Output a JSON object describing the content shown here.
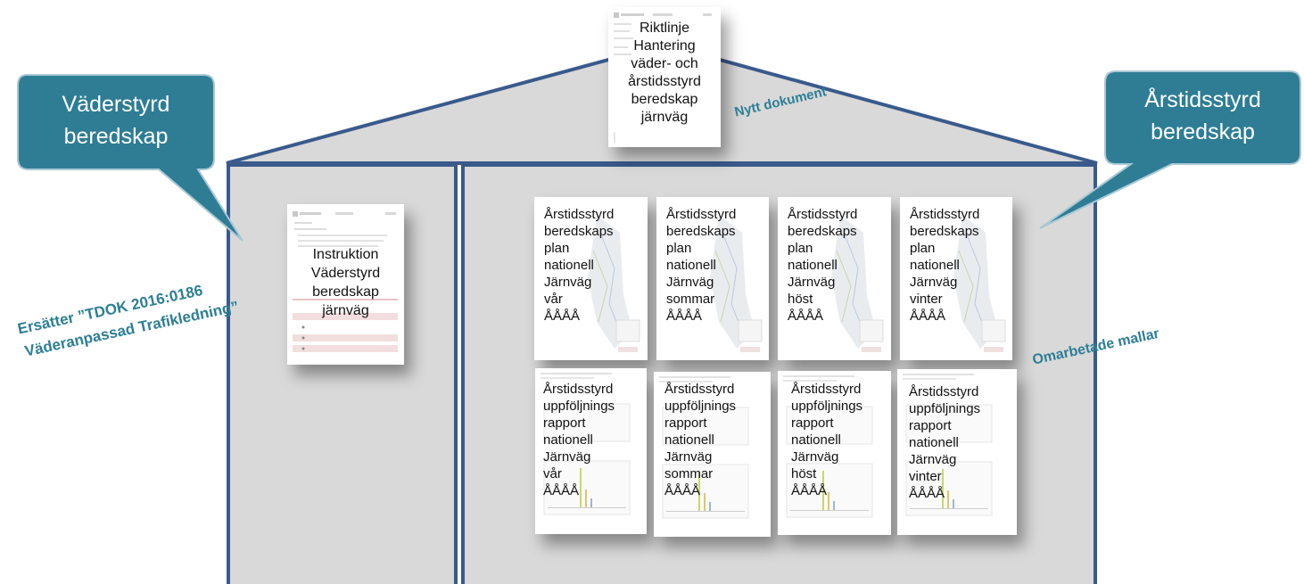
{
  "top_document": {
    "title": "Riktlinje\nHantering\nväder- och\nårstidsstyrd\nberedskap\njärnväg",
    "annotation": "Nytt dokument"
  },
  "left_callout": {
    "text": "Väderstyrd\nberedskap"
  },
  "right_callout": {
    "text": "Årstidsstyrd\nberedskap"
  },
  "left_annotation": {
    "line1": "Ersätter ”TDOK 2016:0186",
    "line2": "Väderanpassad  Trafikledning”"
  },
  "right_annotation": "Omarbetade mallar",
  "left_document": {
    "title": "Instruktion\nVäderstyrd\nberedskap\njärnväg"
  },
  "plans": [
    {
      "title": "Årstidsstyrd\nberedskaps\nplan\nnationell\nJärnväg\nvår\nÅÅÅÅ"
    },
    {
      "title": "Årstidsstyrd\nberedskaps\nplan\nnationell\nJärnväg\nsommar\nÅÅÅÅ"
    },
    {
      "title": "Årstidsstyrd\nberedskaps\nplan\nnationell\nJärnväg\nhöst\nÅÅÅÅ"
    },
    {
      "title": "Årstidsstyrd\nberedskaps\nplan\nnationell\nJärnväg\nvinter\nÅÅÅÅ"
    }
  ],
  "reports": [
    {
      "title": "Årstidsstyrd\nuppföljnings\nrapport\nnationell\nJärnväg\nvår\nÅÅÅÅ"
    },
    {
      "title": "Årstidsstyrd\nuppföljnings\nrapport\nnationell\nJärnväg\nsommar\nÅÅÅÅ"
    },
    {
      "title": "Årstidsstyrd\nuppföljnings\nrapport\nnationell\nJärnväg\nhöst\nÅÅÅÅ"
    },
    {
      "title": "Årstidsstyrd\nuppföljnings\nrapport\nnationell\nJärnväg\nvinter\nÅÅÅÅ"
    }
  ],
  "colors": {
    "frame": "#3a5a8c",
    "fill": "#d9d9d9",
    "callout": "#2e7d95",
    "annotation": "#2c7e94"
  }
}
